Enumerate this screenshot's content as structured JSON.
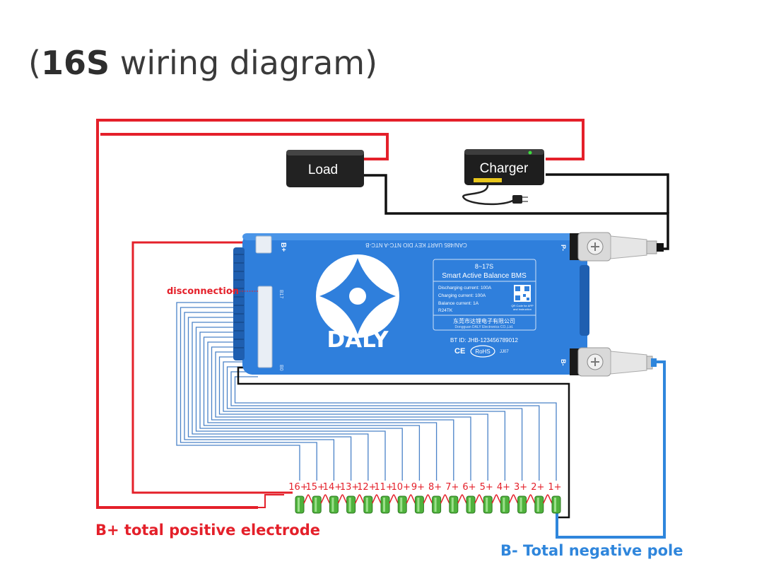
{
  "title": {
    "open_paren": "(",
    "bold": "16S",
    "rest": " wiring diagram",
    "close_paren": ")"
  },
  "load": {
    "label": "Load"
  },
  "charger": {
    "label": "Charger"
  },
  "bms": {
    "brand": "DALY",
    "ports": "CAN/485 UART KEY DIO NTC-A NTC-B",
    "b_plus_label": "B+",
    "b17_label": "B17",
    "b0_label": "B0",
    "p_minus_label": "P-",
    "b_minus_label": "B-",
    "label_panel": {
      "model": "8~17S",
      "name": "Smart Active Balance BMS",
      "discharging": "Discharging current: 100A",
      "charging": "Charging current: 100A",
      "balance": "Balance current: 1A",
      "code": "R24TK",
      "qr_note_1": "QR Code for APP",
      "qr_note_2": "and instruction",
      "company_cn": "东莞市达锂电子有限公司",
      "company_en": "Dongguan DALY Electronics CO.,Ltd.",
      "bt_id": "BT ID: JHB-123456789012",
      "ce": "CE",
      "rohs": "RoHS",
      "batch": "JJ07"
    }
  },
  "disconnection_label": "disconnection",
  "cells": [
    "16+",
    "15+",
    "14+",
    "13+",
    "12+",
    "11+",
    "10+",
    "9+",
    "8+",
    "7+",
    "6+",
    "5+",
    "4+",
    "3+",
    "2+",
    "1+"
  ],
  "captions": {
    "positive": "B+ total positive electrode",
    "negative": "B- Total negative pole"
  },
  "colors": {
    "positive_wire": "#e4202a",
    "negative_wire": "#2f86dc",
    "sense_wire": "#4a82c8",
    "ground_wire": "#111111",
    "bms_body": "#2f7fdc",
    "cell": "#4fb23c"
  }
}
